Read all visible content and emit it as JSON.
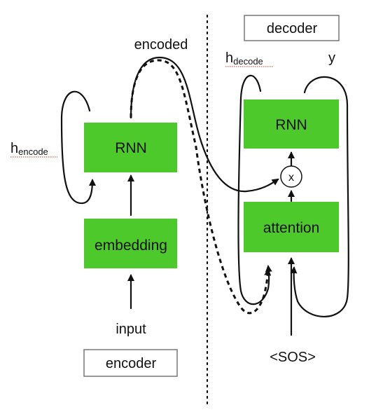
{
  "encoder": {
    "label": "encoder",
    "rnn_label": "RNN",
    "embedding_label": "embedding",
    "input_label": "input",
    "hidden_main": "h",
    "hidden_sub": "encode",
    "encoded_label": "encoded"
  },
  "decoder": {
    "label": "decoder",
    "rnn_label": "RNN",
    "attention_label": "attention",
    "multiply_symbol": "x",
    "hidden_main": "h",
    "hidden_sub": "decode",
    "output_label": "y",
    "start_token": "<SOS>"
  },
  "colors": {
    "block_fill": "#4ec92c",
    "label_border": "#777777",
    "line": "#111111"
  }
}
